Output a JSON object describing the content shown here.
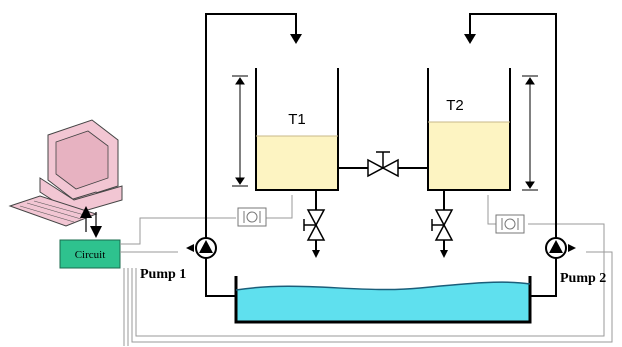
{
  "tanks": {
    "t1": {
      "label": "T1"
    },
    "t2": {
      "label": "T2"
    }
  },
  "pumps": {
    "p1": {
      "label": "Pump 1"
    },
    "p2": {
      "label": "Pump 2"
    }
  },
  "controller": {
    "label": "Circuit"
  },
  "colors": {
    "water": "#fdf4c2",
    "reservoir": "#5fe0ee",
    "circuit": "#2ec28e",
    "computer": "#f2c6d3",
    "pipe": "#000000",
    "wire": "#9a9a9a"
  }
}
